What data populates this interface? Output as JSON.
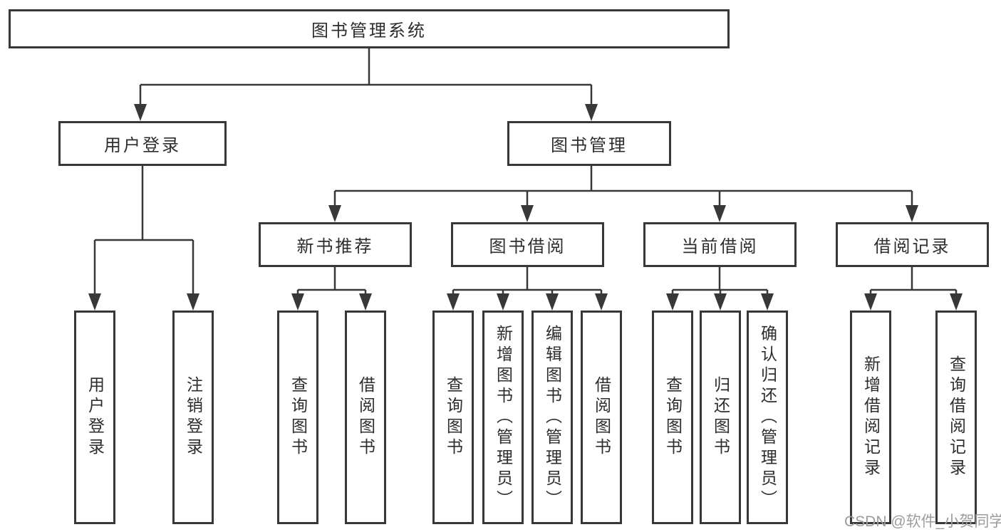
{
  "tree": {
    "root": {
      "label": "图书管理系统"
    },
    "user_login_branch": {
      "label": "用户登录",
      "children": [
        {
          "label": "用户登录"
        },
        {
          "label": "注销登录"
        }
      ]
    },
    "book_management_branch": {
      "label": "图书管理",
      "groups": [
        {
          "label": "新书推荐",
          "children": [
            {
              "label": "查询图书"
            },
            {
              "label": "借阅图书"
            }
          ]
        },
        {
          "label": "图书借阅",
          "children": [
            {
              "label": "查询图书"
            },
            {
              "label": "新增图书（管理员）"
            },
            {
              "label": "编辑图书（管理员）"
            },
            {
              "label": "借阅图书"
            }
          ]
        },
        {
          "label": "当前借阅",
          "children": [
            {
              "label": "查询图书"
            },
            {
              "label": "归还图书"
            },
            {
              "label": "确认归还（管理员）"
            }
          ]
        },
        {
          "label": "借阅记录",
          "children": [
            {
              "label": "新增借阅记录"
            },
            {
              "label": "查询借阅记录"
            }
          ]
        }
      ]
    }
  },
  "watermark": {
    "text": "CSDN @软件_小贺同学"
  },
  "colors": {
    "line": "#383838",
    "box_border": "#383838",
    "text": "#2d2d2d",
    "watermark": "#9c9c9c",
    "background": "#ffffff"
  }
}
